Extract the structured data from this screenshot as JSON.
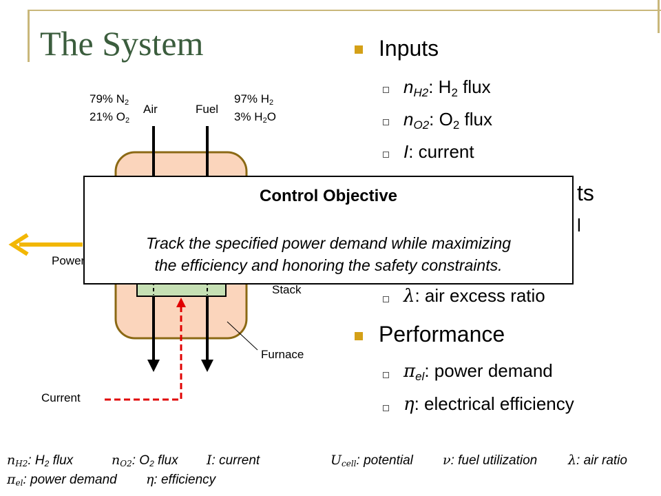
{
  "title": "The System",
  "air": {
    "comp1": "79% N",
    "comp1_sub": "2",
    "comp2": "21% O",
    "comp2_sub": "2",
    "label": "Air"
  },
  "fuel": {
    "comp1": "97% H",
    "comp1_sub": "2",
    "comp2": "3% H",
    "comp2_sub": "2",
    "comp2_tail": "O",
    "label": "Fuel"
  },
  "diagram": {
    "power_label": "Power",
    "stack_label": "Stack",
    "furnace_label": "Furnace",
    "current_label": "Current"
  },
  "colors": {
    "title": "#3b5d3d",
    "bullet": "#d4a017",
    "furnace_fill": "#fbd5bc",
    "furnace_stroke": "#8b6914",
    "stack_fill": "#c6e0b4",
    "arrow_power": "#f2b705",
    "current_line": "#e00000"
  },
  "sections": {
    "inputs": {
      "heading": "Inputs",
      "items": [
        {
          "sym": "n",
          "sym_sub": "H2",
          "text": ": H",
          "text_sub": "2",
          "text_tail": " flux"
        },
        {
          "sym": "n",
          "sym_sub": "O2",
          "text": ": O",
          "text_sub": "2",
          "text_tail": " flux"
        },
        {
          "sym": "I",
          "text": ": current"
        }
      ]
    },
    "outputs_partial": "ts",
    "outputs_partial2": "l",
    "lambda_item": {
      "sym": "λ",
      "text": ": air excess ratio"
    },
    "performance": {
      "heading": "Performance",
      "items": [
        {
          "sym": "π",
          "sym_sub": "el",
          "text": ": power demand"
        },
        {
          "sym": "η",
          "text": ": electrical efficiency"
        }
      ]
    }
  },
  "popup": {
    "title": "Control Objective",
    "line1": "Track the specified power demand while maximizing",
    "line2": "the efficiency and honoring the safety constraints."
  },
  "footer": {
    "nH2_sym": "n",
    "nH2_sub": "H2",
    "nH2_text": ": H",
    "nH2_text_sub": "2",
    "nH2_tail": " flux",
    "nO2_sym": "n",
    "nO2_sub": "O2",
    "nO2_text": ": O",
    "nO2_text_sub": "2",
    "nO2_tail": " flux",
    "I_sym": "I",
    "I_text": ": current",
    "U_sym": "U",
    "U_sub": "cell",
    "U_text": ": potential",
    "nu_sym": "ν",
    "nu_text": ": fuel utilization",
    "lambda_sym": "λ",
    "lambda_text": ": air ratio",
    "pi_sym": "π",
    "pi_sub": "el",
    "pi_text": ": power demand",
    "eta_sym": "η",
    "eta_text": ": efficiency"
  }
}
